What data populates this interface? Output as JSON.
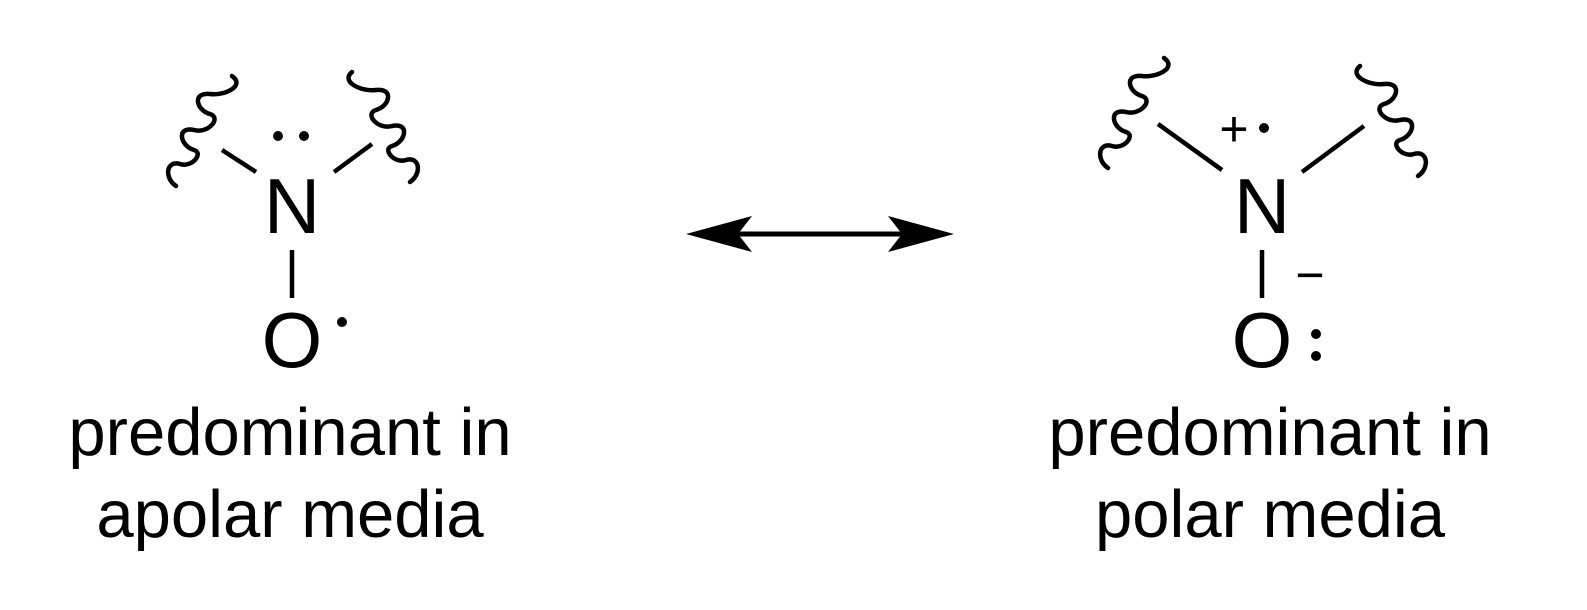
{
  "structures": {
    "left": {
      "nitrogen": "N",
      "oxygen": "O",
      "caption_line1": "predominant in",
      "caption_line2": "apolar media"
    },
    "right": {
      "nitrogen": "N",
      "oxygen": "O",
      "plus_charge": "+",
      "minus_charge": "−",
      "caption_line1": "predominant in",
      "caption_line2": "polar media"
    }
  },
  "colors": {
    "ink": "#000000",
    "background": "#ffffff"
  }
}
